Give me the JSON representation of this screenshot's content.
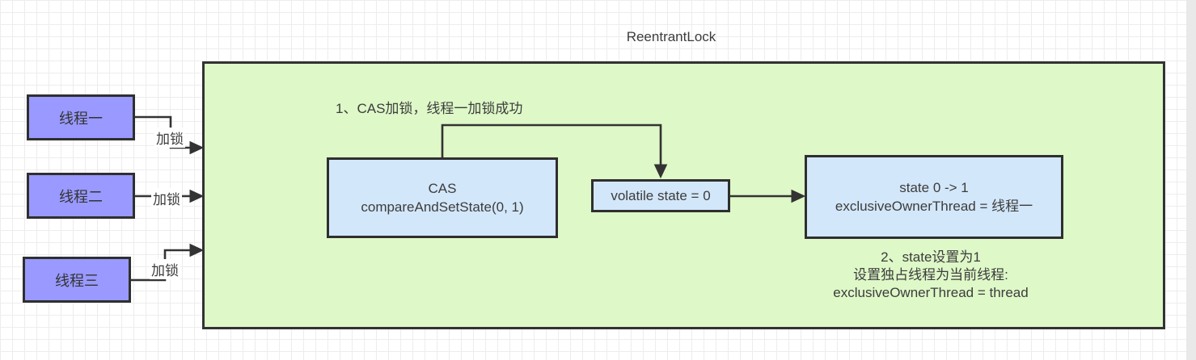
{
  "title": "ReentrantLock",
  "threads": [
    {
      "label": "线程一",
      "edge_label": "加锁"
    },
    {
      "label": "线程二",
      "edge_label": "加锁"
    },
    {
      "label": "线程三",
      "edge_label": "加锁"
    }
  ],
  "annotations": {
    "step1": "1、CAS加锁，线程一加锁成功",
    "step2": {
      "line1": "2、state设置为1",
      "line2": "设置独占线程为当前线程:",
      "line3": "exclusiveOwnerThread = thread"
    }
  },
  "nodes": {
    "cas": {
      "line1": "CAS",
      "line2": "compareAndSetState(0, 1)"
    },
    "volatile_state": {
      "label": "volatile state = 0"
    },
    "state_change": {
      "line1": "state 0 -> 1",
      "line2": "exclusiveOwnerThread = 线程一"
    }
  },
  "colors": {
    "canvas_bg": "#ffffff",
    "grid_line": "#ededed",
    "container_fill": "#def8c8",
    "container_border": "#333333",
    "thread_fill": "#9999ff",
    "node_fill": "#d3e7fa",
    "node_border": "#2f2f2f",
    "text": "#3c3c3c",
    "arrow": "#333333",
    "right_gutter": "#e9e9e9"
  }
}
